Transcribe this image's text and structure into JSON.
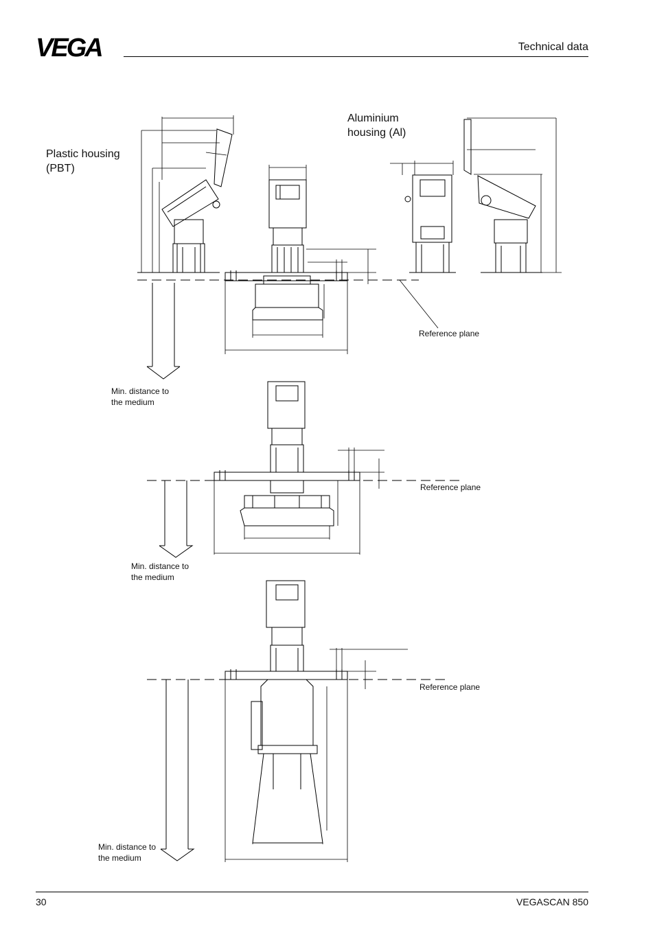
{
  "header": {
    "logo_text": "VEGA",
    "section_title": "Technical data"
  },
  "drawing": {
    "plastic_housing_label": [
      "Plastic  housing",
      "(PBT)"
    ],
    "aluminium_housing_label": [
      "Aluminium",
      "housing  (Al)"
    ],
    "reference_plane_label": "Reference plane",
    "min_distance_label": [
      "Min. distance to",
      "the medium"
    ]
  },
  "footer": {
    "page_number": "30",
    "product_name": "VEGASCAN 850"
  }
}
